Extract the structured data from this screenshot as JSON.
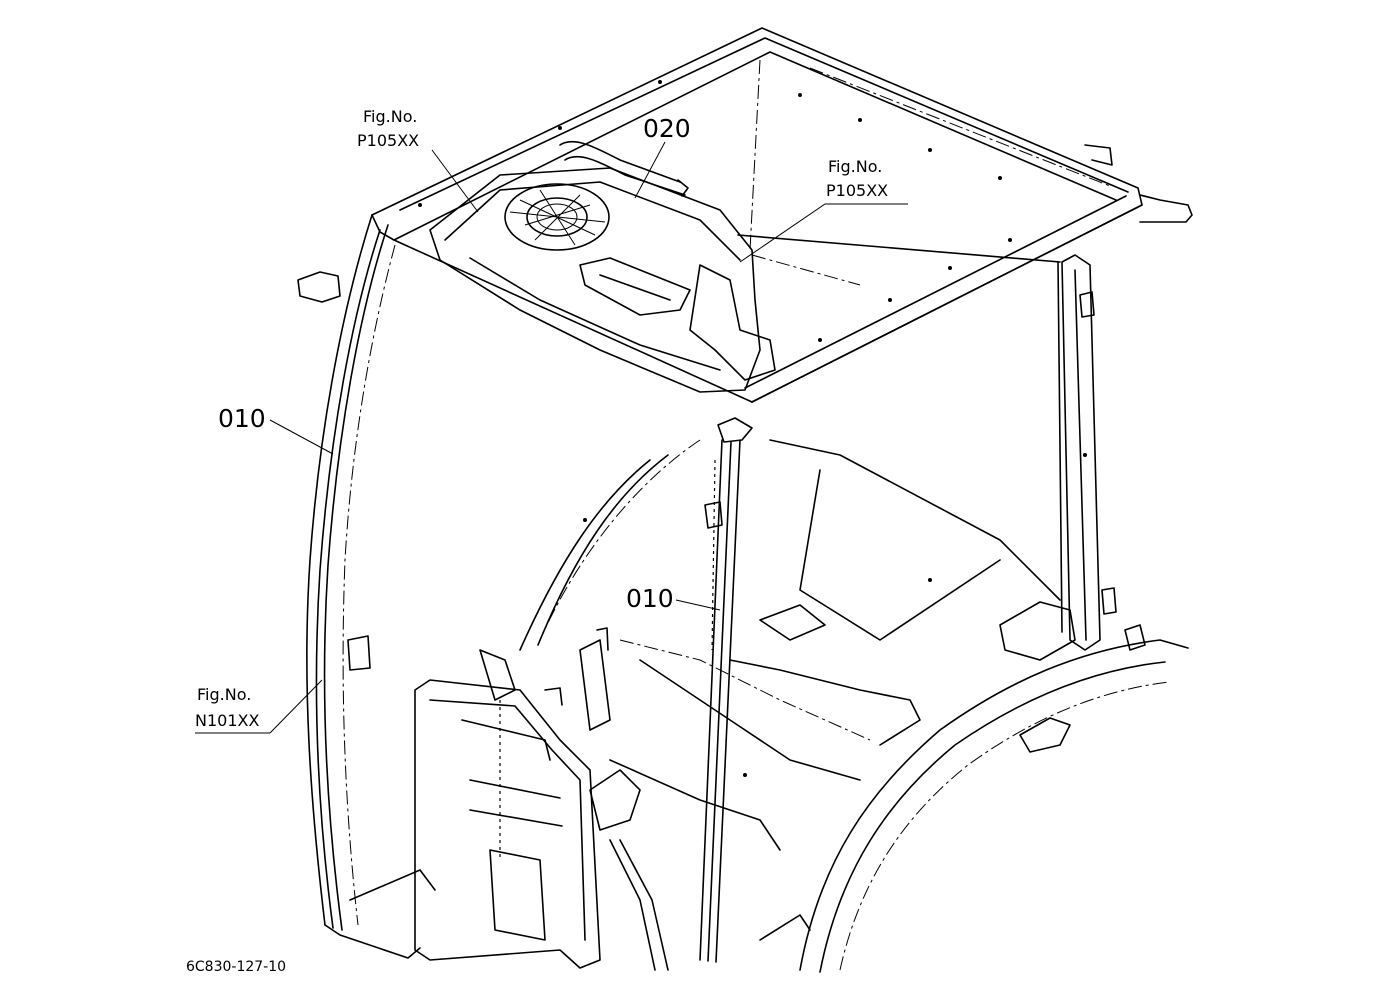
{
  "labels": {
    "fig_ref_top_left_line1": "Fig.No.",
    "fig_ref_top_left_line2": "P105XX",
    "fig_ref_top_right_line1": "Fig.No.",
    "fig_ref_top_right_line2": "P105XX",
    "fig_ref_bottom_left_line1": "Fig.No.",
    "fig_ref_bottom_left_line2": "N101XX",
    "part_020": "020",
    "part_010_left": "010",
    "part_010_center": "010",
    "drawing_code": "6C830-127-10"
  }
}
